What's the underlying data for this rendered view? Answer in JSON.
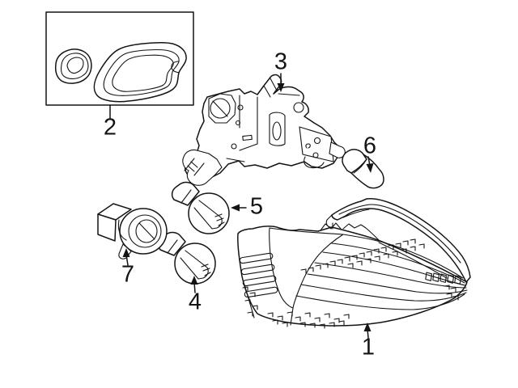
{
  "diagram": {
    "background_color": "#ffffff",
    "line_color": "#141414",
    "callouts": [
      {
        "id": 1,
        "label": "1"
      },
      {
        "id": 2,
        "label": "2"
      },
      {
        "id": 3,
        "label": "3"
      },
      {
        "id": 4,
        "label": "4"
      },
      {
        "id": 5,
        "label": "5"
      },
      {
        "id": 6,
        "label": "6"
      },
      {
        "id": 7,
        "label": "7"
      }
    ]
  }
}
